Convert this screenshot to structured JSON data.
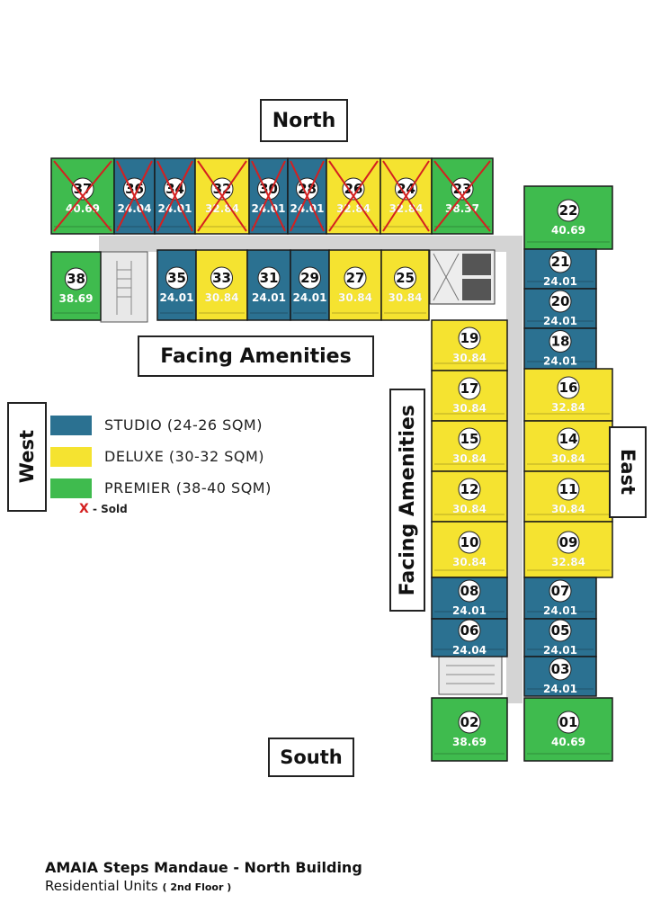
{
  "compass": {
    "north": "North",
    "south": "South",
    "east": "East",
    "west": "West"
  },
  "amenities_label_top": "Facing Amenities",
  "amenities_label_side": "Facing Amenities",
  "legend": [
    {
      "label": "STUDIO (24-26 SQM)",
      "color": "#2b7191"
    },
    {
      "label": "DELUXE (30-32 SQM)",
      "color": "#f5e330"
    },
    {
      "label": "PREMIER (38-40 SQM)",
      "color": "#3fbb4e"
    }
  ],
  "sold_marker": "X",
  "sold_label": " - Sold",
  "footer": {
    "title": "AMAIA Steps Mandaue - North Building",
    "subtitle": "Residential Units",
    "floor": "( 2nd Floor )"
  },
  "units": [
    {
      "no": "37",
      "area": "40.69",
      "type": "premier",
      "sold": true
    },
    {
      "no": "36",
      "area": "24.04",
      "type": "studio",
      "sold": true
    },
    {
      "no": "34",
      "area": "24.01",
      "type": "studio",
      "sold": true
    },
    {
      "no": "32",
      "area": "32.84",
      "type": "deluxe",
      "sold": true
    },
    {
      "no": "30",
      "area": "24.01",
      "type": "studio",
      "sold": true
    },
    {
      "no": "28",
      "area": "24.01",
      "type": "studio",
      "sold": true
    },
    {
      "no": "26",
      "area": "32.84",
      "type": "deluxe",
      "sold": true
    },
    {
      "no": "24",
      "area": "32.84",
      "type": "deluxe",
      "sold": true
    },
    {
      "no": "23",
      "area": "38.37",
      "type": "premier",
      "sold": true
    },
    {
      "no": "38",
      "area": "38.69",
      "type": "premier",
      "sold": false
    },
    {
      "no": "35",
      "area": "24.01",
      "type": "studio",
      "sold": false
    },
    {
      "no": "33",
      "area": "30.84",
      "type": "deluxe",
      "sold": false
    },
    {
      "no": "31",
      "area": "24.01",
      "type": "studio",
      "sold": false
    },
    {
      "no": "29",
      "area": "24.01",
      "type": "studio",
      "sold": false
    },
    {
      "no": "27",
      "area": "30.84",
      "type": "deluxe",
      "sold": false
    },
    {
      "no": "25",
      "area": "30.84",
      "type": "deluxe",
      "sold": false
    },
    {
      "no": "22",
      "area": "40.69",
      "type": "premier",
      "sold": false
    },
    {
      "no": "21",
      "area": "24.01",
      "type": "studio",
      "sold": false
    },
    {
      "no": "20",
      "area": "24.01",
      "type": "studio",
      "sold": false
    },
    {
      "no": "18",
      "area": "24.01",
      "type": "studio",
      "sold": false
    },
    {
      "no": "19",
      "area": "30.84",
      "type": "deluxe",
      "sold": false
    },
    {
      "no": "16",
      "area": "32.84",
      "type": "deluxe",
      "sold": false
    },
    {
      "no": "17",
      "area": "30.84",
      "type": "deluxe",
      "sold": false
    },
    {
      "no": "14",
      "area": "30.84",
      "type": "deluxe",
      "sold": false
    },
    {
      "no": "15",
      "area": "30.84",
      "type": "deluxe",
      "sold": false
    },
    {
      "no": "11",
      "area": "30.84",
      "type": "deluxe",
      "sold": false
    },
    {
      "no": "12",
      "area": "30.84",
      "type": "deluxe",
      "sold": false
    },
    {
      "no": "09",
      "area": "32.84",
      "type": "deluxe",
      "sold": false
    },
    {
      "no": "10",
      "area": "30.84",
      "type": "deluxe",
      "sold": false
    },
    {
      "no": "07",
      "area": "24.01",
      "type": "studio",
      "sold": false
    },
    {
      "no": "08",
      "area": "24.01",
      "type": "studio",
      "sold": false
    },
    {
      "no": "05",
      "area": "24.01",
      "type": "studio",
      "sold": false
    },
    {
      "no": "06",
      "area": "24.04",
      "type": "studio",
      "sold": false
    },
    {
      "no": "03",
      "area": "24.01",
      "type": "studio",
      "sold": false
    },
    {
      "no": "02",
      "area": "38.69",
      "type": "premier",
      "sold": false
    },
    {
      "no": "01",
      "area": "40.69",
      "type": "premier",
      "sold": false
    }
  ]
}
